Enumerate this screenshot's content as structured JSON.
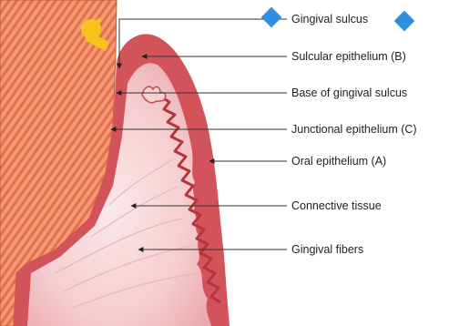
{
  "labels": {
    "gingival_sulcus": "Gingival sulcus",
    "sulcular_epithelium": "Sulcular epithelium (B)",
    "base_of_gingival_sulcus": "Base of gingival sulcus",
    "junctional_epithelium": "Junctional epithelium (C)",
    "oral_epithelium": "Oral epithelium (A)",
    "connective_tissue": "Connective tissue",
    "gingival_fibers": "Gingival fibers"
  },
  "colors": {
    "diamond": "#2f8fe0",
    "tooth": "#f29a78",
    "tooth_stripe": "#e56f49",
    "enamel_highlight": "#f7c21a",
    "epithelium": "#d2535a",
    "connective": "#f6d2d4",
    "leader": "#333333"
  },
  "icons": {
    "marker": "diamond-icon",
    "highlight": "tooth-highlight-icon"
  }
}
